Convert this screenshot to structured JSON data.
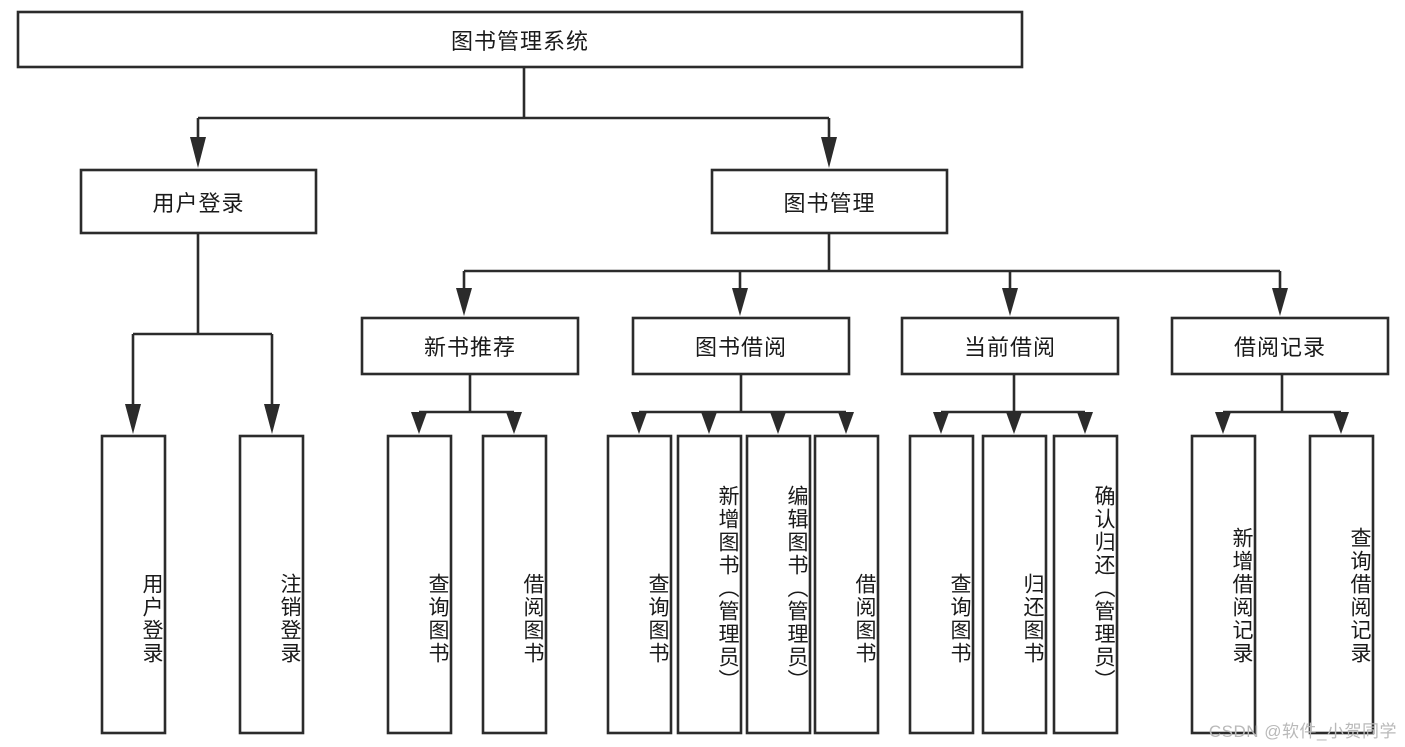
{
  "diagram": {
    "title": "图书管理系统",
    "root": {
      "id": "root",
      "label": "图书管理系统",
      "orientation": "horizontal"
    },
    "level1": [
      {
        "id": "user-login",
        "label": "用户登录",
        "orientation": "horizontal"
      },
      {
        "id": "book-manage",
        "label": "图书管理",
        "orientation": "horizontal"
      }
    ],
    "level2": [
      {
        "id": "new-book-recommend",
        "label": "新书推荐",
        "orientation": "horizontal"
      },
      {
        "id": "book-borrow",
        "label": "图书借阅",
        "orientation": "horizontal"
      },
      {
        "id": "current-borrow",
        "label": "当前借阅",
        "orientation": "horizontal"
      },
      {
        "id": "borrow-record",
        "label": "借阅记录",
        "orientation": "horizontal"
      }
    ],
    "leaves": [
      {
        "id": "leaf-user-login",
        "label": "用户登录",
        "parent": "user-login",
        "orientation": "vertical"
      },
      {
        "id": "leaf-logout-login",
        "label": "注销登录",
        "parent": "user-login",
        "orientation": "vertical"
      },
      {
        "id": "leaf-query-book-1",
        "label": "查询图书",
        "parent": "new-book-recommend",
        "orientation": "vertical"
      },
      {
        "id": "leaf-borrow-book-1",
        "label": "借阅图书",
        "parent": "new-book-recommend",
        "orientation": "vertical"
      },
      {
        "id": "leaf-query-book-2",
        "label": "查询图书",
        "parent": "book-borrow",
        "orientation": "vertical"
      },
      {
        "id": "leaf-add-book",
        "label": "新增图书（管理员）",
        "parent": "book-borrow",
        "orientation": "vertical"
      },
      {
        "id": "leaf-edit-book",
        "label": "编辑图书（管理员）",
        "parent": "book-borrow",
        "orientation": "vertical"
      },
      {
        "id": "leaf-borrow-book-2",
        "label": "借阅图书",
        "parent": "book-borrow",
        "orientation": "vertical"
      },
      {
        "id": "leaf-query-book-3",
        "label": "查询图书",
        "parent": "current-borrow",
        "orientation": "vertical"
      },
      {
        "id": "leaf-return-book",
        "label": "归还图书",
        "parent": "current-borrow",
        "orientation": "vertical"
      },
      {
        "id": "leaf-confirm-return",
        "label": "确认归还（管理员）",
        "parent": "current-borrow",
        "orientation": "vertical"
      },
      {
        "id": "leaf-add-record",
        "label": "新增借阅记录",
        "parent": "borrow-record",
        "orientation": "vertical"
      },
      {
        "id": "leaf-query-record",
        "label": "查询借阅记录",
        "parent": "borrow-record",
        "orientation": "vertical"
      }
    ],
    "colors": {
      "stroke": "#2b2b2b",
      "fill": "#ffffff",
      "text": "#1a1a1a",
      "watermark": "#b9b9b9",
      "background": "#ffffff"
    }
  },
  "watermark": {
    "text": "CSDN @软件_小贺同学"
  }
}
